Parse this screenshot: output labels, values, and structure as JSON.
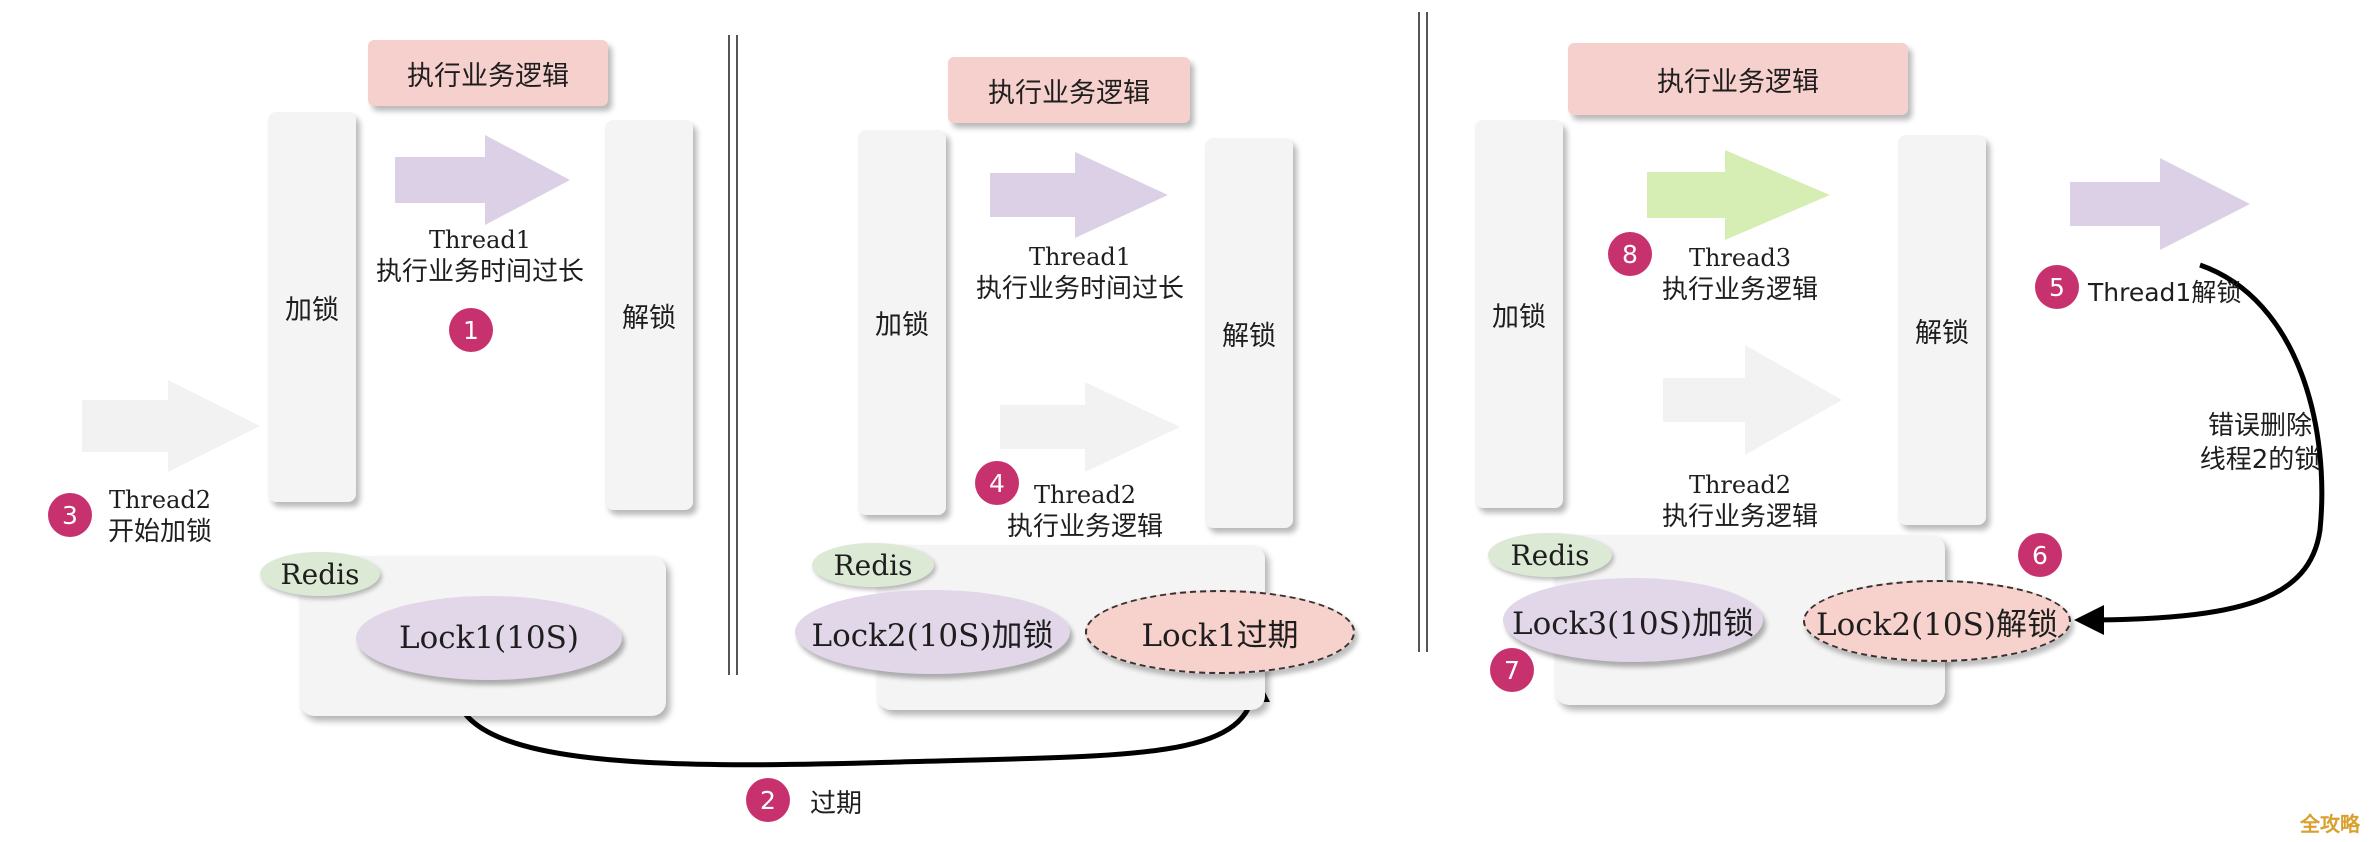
{
  "colors": {
    "lilac_arrow": "#dcd0e6",
    "white_arrow": "#f2f2f2",
    "green_arrow": "#d6eeb4",
    "badge": "#c7326e",
    "banner": "#f6d0cc",
    "redis_tag": "#dbe9d5"
  },
  "panel1": {
    "banner": "执行业务逻辑",
    "lock_bar": "加锁",
    "unlock_bar": "解锁",
    "thread1_name": "Thread1",
    "thread1_desc": "执行业务时间过长",
    "badge1": "1",
    "thread2_name": "Thread2",
    "thread2_desc": "开始加锁",
    "badge3": "3",
    "redis": "Redis",
    "lock": "Lock1(10S)"
  },
  "panel2": {
    "banner": "执行业务逻辑",
    "lock_bar": "加锁",
    "unlock_bar": "解锁",
    "thread1_name": "Thread1",
    "thread1_desc": "执行业务时间过长",
    "badge4": "4",
    "thread2_name": "Thread2",
    "thread2_desc": "执行业务逻辑",
    "redis": "Redis",
    "lock_active": "Lock2(10S)加锁",
    "lock_expired": "Lock1过期"
  },
  "expire_link": {
    "badge": "2",
    "label": "过期"
  },
  "panel3": {
    "banner": "执行业务逻辑",
    "lock_bar": "加锁",
    "unlock_bar": "解锁",
    "thread3_name": "Thread3",
    "thread3_desc": "执行业务逻辑",
    "badge8": "8",
    "thread2_name": "Thread2",
    "thread2_desc": "执行业务逻辑",
    "thread1_unlock": "Thread1解锁",
    "badge5": "5",
    "wrong_delete_line1": "错误删除",
    "wrong_delete_line2": "线程2的锁",
    "badge6": "6",
    "badge7": "7",
    "redis": "Redis",
    "lock_active": "Lock3(10S)加锁",
    "lock_deleted": "Lock2(10S)解锁"
  },
  "watermark": "全攻略"
}
